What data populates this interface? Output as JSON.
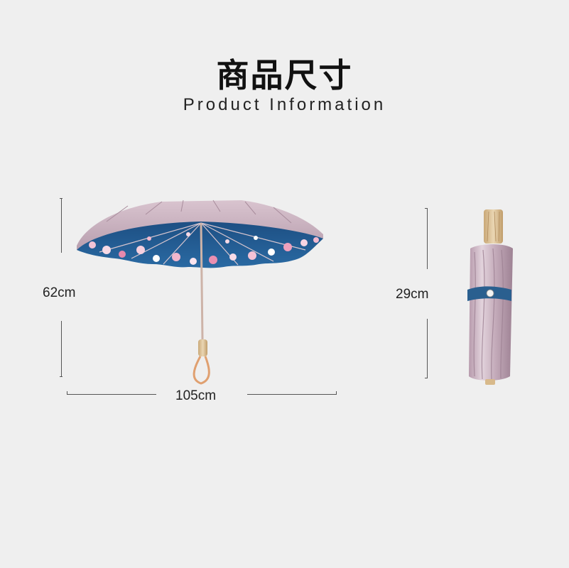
{
  "header": {
    "title_zh": "商品尺寸",
    "title_en": "Product Information"
  },
  "dimensions": {
    "open_height": "62cm",
    "open_width": "105cm",
    "folded_length": "29cm"
  },
  "colors": {
    "background": "#efefef",
    "canopy_outer": "#cbb3c0",
    "canopy_inner": "#1f5f95",
    "handle_wood": "#dcc29a",
    "strap_blue": "#2a5f8f"
  }
}
